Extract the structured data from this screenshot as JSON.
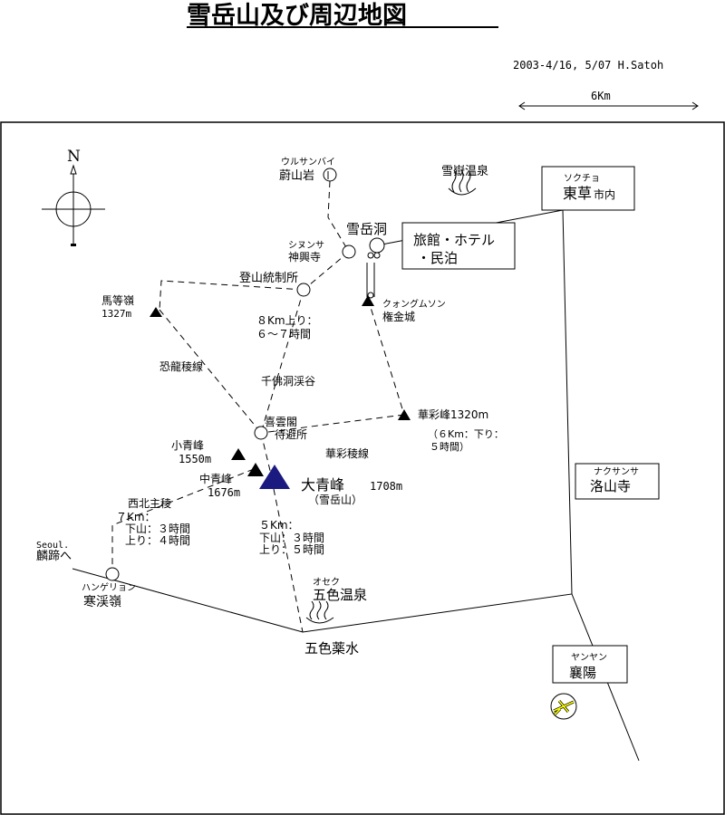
{
  "header": {
    "title": "雪岳山及び周辺地図",
    "date_author": "2003-4/16, 5/07 H.Satoh",
    "scale_label": "6Km"
  },
  "compass": {
    "north": "N"
  },
  "places": {
    "ulsanbawi_reading": "ウルサンバイ",
    "ulsanbawi": "蔚山岩",
    "spring_top": "雪嶽温泉",
    "sokcho_reading": "ソクチョ",
    "sokcho_city": "東草",
    "sokcho_suffix": "市内",
    "seorakdong": "雪岳洞",
    "lodging_line1": "旅館・ホテル",
    "lodging_line2": "・民泊",
    "sinheungsa_reading": "シヌンサ",
    "sinheungsa": "神興寺",
    "ranger_station": "登山統制所",
    "madeungryeong": "馬等嶺",
    "madeungryeong_elev": "1327m",
    "gwongeumseong_reading": "クォングムソン",
    "gwongeumseong": "権金城",
    "route_time_1": "８Km上り：",
    "route_time_2": "６～７時間",
    "gongryong_ridge": "恐龍稜線",
    "cheonbuldong": "千佛洞渓谷",
    "hwachaebong": "華彩峰1320m",
    "hwachae_time_1": "（６Km：下り：",
    "hwachae_time_2": "５時間）",
    "shelter_1": "喜雲閣",
    "shelter_2": "待避所",
    "socheongbong": "小青峰",
    "socheongbong_elev": "1550m",
    "hwachae_ridge": "華彩稜線",
    "jungcheongbong": "中青峰",
    "jungcheongbong_elev": "1676m",
    "daecheongbong": "大青峰",
    "daecheongbong_elev": "1708m",
    "daecheongbong_sub": "（雪岳山）",
    "nakhsansa_reading": "ナクサンサ",
    "naksansa": "洛山寺",
    "nw_ridge": "西北主稜",
    "nw_time_1": "７Km：",
    "nw_time_2": "下山：３時間",
    "nw_time_3": "上り：４時間",
    "seoul": "Seoul.",
    "to_direction": "麟蹄へ",
    "hangyeryeong_reading": "ハンゲリョン",
    "hangyeryeong": "寒渓嶺",
    "south_time_1": "５Km：",
    "south_time_2": "下山：３時間",
    "south_time_3": "上り：５時間",
    "osaek_reading": "オセク",
    "osaek_spring": "五色温泉",
    "osaek_water": "五色薬水",
    "yangyang_reading": "ヤンヤン",
    "yangyang": "襄陽"
  },
  "colors": {
    "main_peak": "#1a1a80",
    "airport": "#ffff00"
  },
  "icons": [
    "compass-icon",
    "hot-spring-icon",
    "peak-icon",
    "airport-icon"
  ]
}
